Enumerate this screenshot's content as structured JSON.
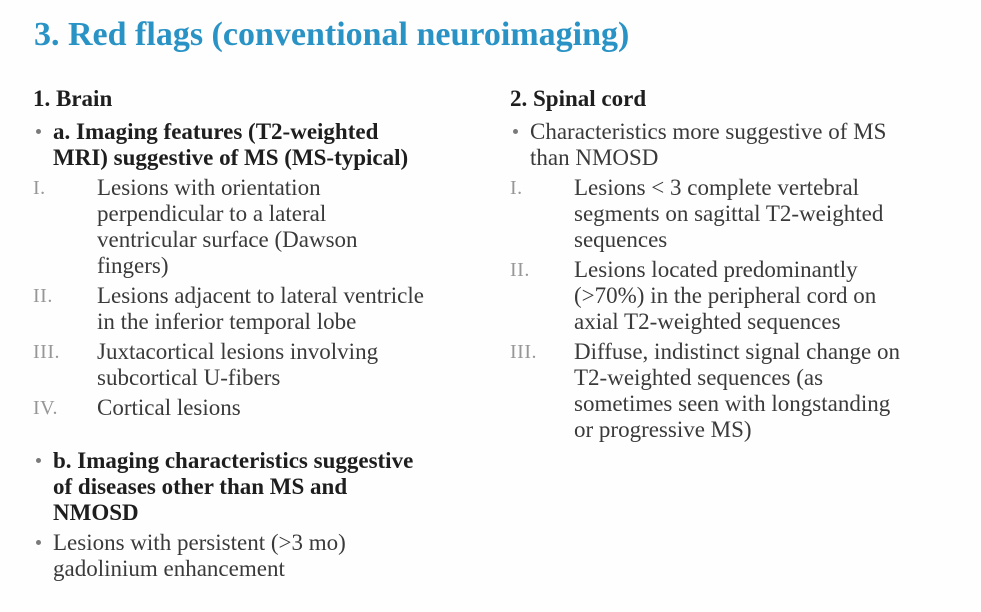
{
  "slide": {
    "title": "3. Red flags (conventional neuroimaging)",
    "colors": {
      "title_accent": "#2a93c5",
      "body_text": "#3a3a3a",
      "muted_numeral": "#979797",
      "background": "#fefefe"
    },
    "left": {
      "heading": "1. Brain",
      "items": [
        {
          "text": "a. Imaging features (T2-weighted\nMRI) suggestive of MS (MS-typical)"
        },
        {
          "label": "I.",
          "text": "Lesions with orientation\nperpendicular to a lateral\nventricular surface (Dawson\nfingers)"
        },
        {
          "label": "II.",
          "text": "Lesions adjacent to lateral ventricle\nin the inferior temporal lobe"
        },
        {
          "label": "III.",
          "text": "Juxtacortical lesions involving\nsubcortical U-fibers"
        },
        {
          "label": "IV.",
          "text": "Cortical lesions"
        },
        {
          "text": "b. Imaging characteristics suggestive\nof diseases other than MS and\nNMOSD"
        },
        {
          "text": "Lesions with persistent (>3 mo)\ngadolinium enhancement"
        }
      ]
    },
    "right": {
      "heading": "2. Spinal cord",
      "items": [
        {
          "text": "Characteristics more suggestive of MS\nthan NMOSD"
        },
        {
          "label": "I.",
          "text": "Lesions < 3 complete vertebral\nsegments on sagittal T2-weighted\nsequences"
        },
        {
          "label": "II.",
          "text": "Lesions located predominantly\n(>70%) in the peripheral cord on\naxial T2-weighted sequences"
        },
        {
          "label": "III.",
          "text": "Diffuse, indistinct signal change on\nT2-weighted sequences (as\nsometimes seen with longstanding\nor progressive MS)"
        }
      ]
    }
  }
}
